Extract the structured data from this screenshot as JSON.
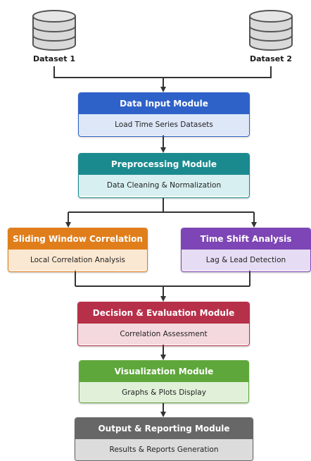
{
  "datasets": {
    "left": {
      "label": "Dataset 1",
      "icon": "database-icon"
    },
    "right": {
      "label": "Dataset 2",
      "icon": "database-icon"
    }
  },
  "modules": {
    "data_input": {
      "title": "Data Input Module",
      "subtitle": "Load Time Series Datasets",
      "header_color": "#2f62c9",
      "body_color": "#dde7f8",
      "border_color": "#2f62c9"
    },
    "preprocessing": {
      "title": "Preprocessing Module",
      "subtitle": "Data Cleaning & Normalization",
      "header_color": "#1b8a8f",
      "body_color": "#d7eff0",
      "border_color": "#1b8a8f"
    },
    "sliding_window": {
      "title": "Sliding Window Correlation",
      "subtitle": "Local Correlation Analysis",
      "header_color": "#e07e1b",
      "body_color": "#fbe8d2",
      "border_color": "#e07e1b"
    },
    "time_shift": {
      "title": "Time Shift Analysis",
      "subtitle": "Lag & Lead Detection",
      "header_color": "#7d45b5",
      "body_color": "#e6dcf3",
      "border_color": "#7d45b5"
    },
    "decision": {
      "title": "Decision & Evaluation Module",
      "subtitle": "Correlation Assessment",
      "header_color": "#b73049",
      "body_color": "#f4d9de",
      "border_color": "#b73049"
    },
    "visualization": {
      "title": "Visualization Module",
      "subtitle": "Graphs & Plots Display",
      "header_color": "#5ea73b",
      "body_color": "#e1f0d8",
      "border_color": "#5ea73b"
    },
    "output": {
      "title": "Output & Reporting Module",
      "subtitle": "Results & Reports Generation",
      "header_color": "#676767",
      "body_color": "#dcdcdc",
      "border_color": "#676767"
    }
  },
  "colors": {
    "arrow": "#333333",
    "database_fill": "#d9d9d9",
    "database_stroke": "#555555"
  }
}
